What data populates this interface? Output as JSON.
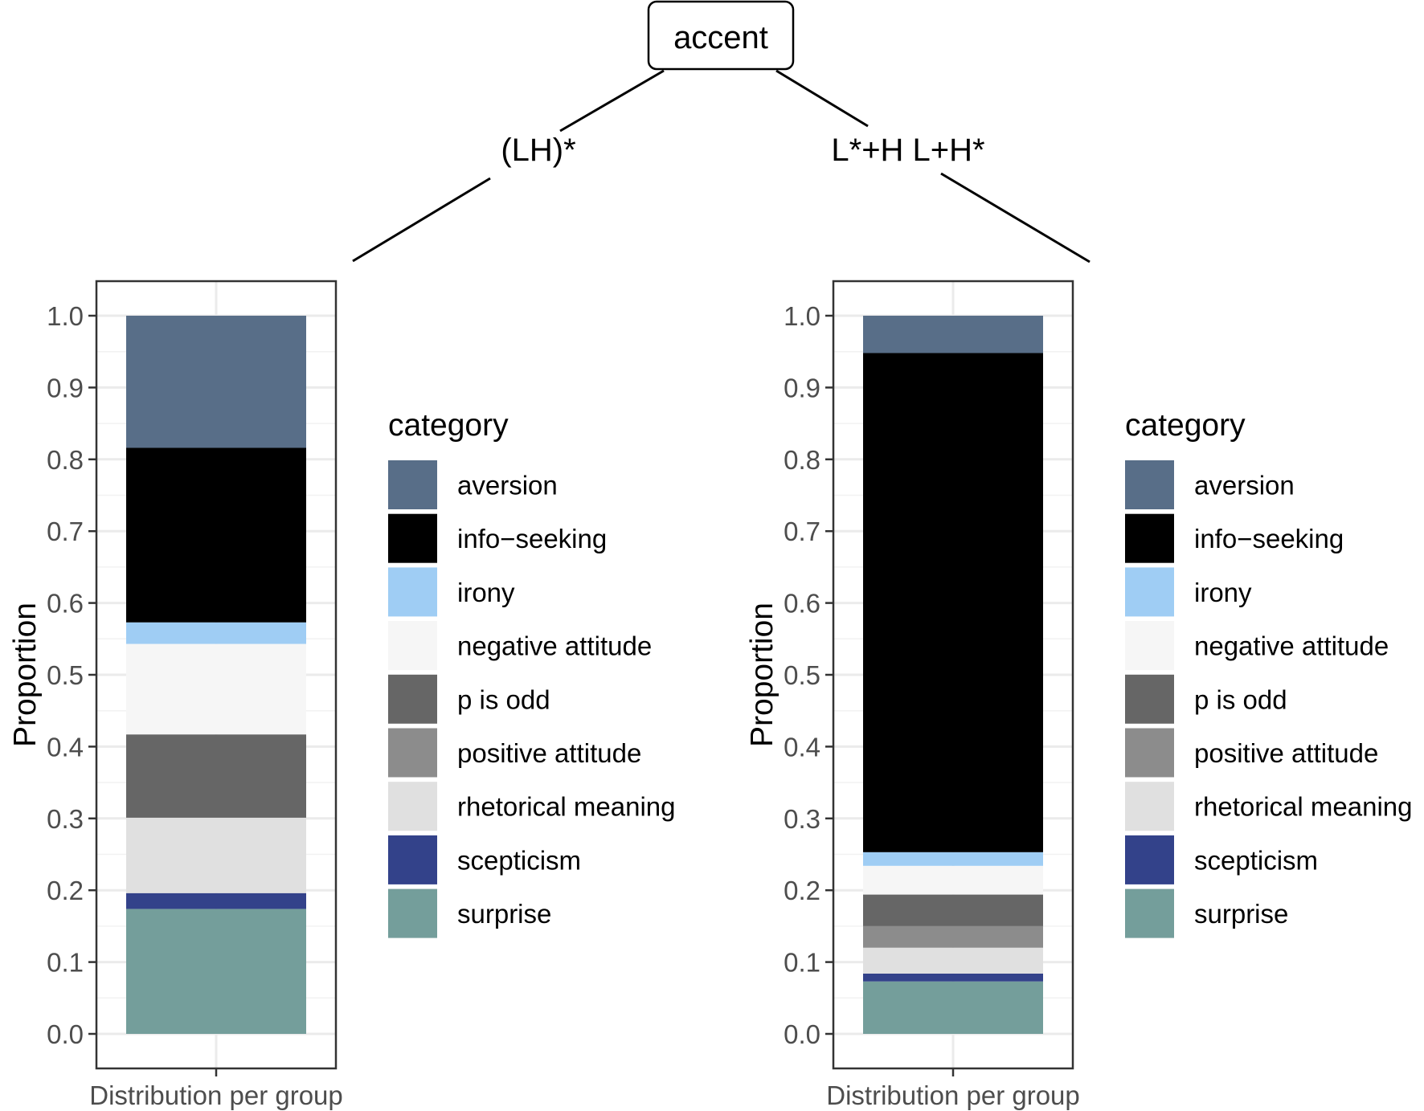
{
  "tree": {
    "root_label": "accent",
    "branches": [
      "(LH)*",
      "L*+H L+H*"
    ]
  },
  "legend": {
    "title": "category",
    "entries": [
      {
        "label": "aversion",
        "color": "#586E88"
      },
      {
        "label": "info−seeking",
        "color": "#000000"
      },
      {
        "label": "irony",
        "color": "#9FCDF4"
      },
      {
        "label": "negative attitude",
        "color": "#F6F6F6"
      },
      {
        "label": "p is odd",
        "color": "#666666"
      },
      {
        "label": "positive attitude",
        "color": "#8C8C8C"
      },
      {
        "label": "rhetorical meaning",
        "color": "#E0E0E0"
      },
      {
        "label": "scepticism",
        "color": "#33428A"
      },
      {
        "label": "surprise",
        "color": "#749E9B"
      }
    ]
  },
  "chart_data": [
    {
      "type": "bar",
      "stacked": true,
      "group": "(LH)*",
      "categories": [
        "Distribution per group"
      ],
      "ylabel": "Proportion",
      "xlabel": "",
      "ylim": [
        0,
        1
      ],
      "yticks": [
        "0.0",
        "0.1",
        "0.2",
        "0.3",
        "0.4",
        "0.5",
        "0.6",
        "0.7",
        "0.8",
        "0.9",
        "1.0"
      ],
      "grid": true,
      "legend_position": "right",
      "series": [
        {
          "name": "surprise",
          "values": [
            0.174
          ]
        },
        {
          "name": "scepticism",
          "values": [
            0.022
          ]
        },
        {
          "name": "rhetorical meaning",
          "values": [
            0.105
          ]
        },
        {
          "name": "positive attitude",
          "values": [
            0.0
          ]
        },
        {
          "name": "p is odd",
          "values": [
            0.116
          ]
        },
        {
          "name": "negative attitude",
          "values": [
            0.126
          ]
        },
        {
          "name": "irony",
          "values": [
            0.03
          ]
        },
        {
          "name": "info−seeking",
          "values": [
            0.243
          ]
        },
        {
          "name": "aversion",
          "values": [
            0.184
          ]
        }
      ]
    },
    {
      "type": "bar",
      "stacked": true,
      "group": "L*+H L+H*",
      "categories": [
        "Distribution per group"
      ],
      "ylabel": "Proportion",
      "xlabel": "",
      "ylim": [
        0,
        1
      ],
      "yticks": [
        "0.0",
        "0.1",
        "0.2",
        "0.3",
        "0.4",
        "0.5",
        "0.6",
        "0.7",
        "0.8",
        "0.9",
        "1.0"
      ],
      "grid": true,
      "legend_position": "right",
      "series": [
        {
          "name": "surprise",
          "values": [
            0.073
          ]
        },
        {
          "name": "scepticism",
          "values": [
            0.011
          ]
        },
        {
          "name": "rhetorical meaning",
          "values": [
            0.036
          ]
        },
        {
          "name": "positive attitude",
          "values": [
            0.03
          ]
        },
        {
          "name": "p is odd",
          "values": [
            0.044
          ]
        },
        {
          "name": "negative attitude",
          "values": [
            0.04
          ]
        },
        {
          "name": "irony",
          "values": [
            0.019
          ]
        },
        {
          "name": "info−seeking",
          "values": [
            0.695
          ]
        },
        {
          "name": "aversion",
          "values": [
            0.052
          ]
        }
      ]
    }
  ]
}
